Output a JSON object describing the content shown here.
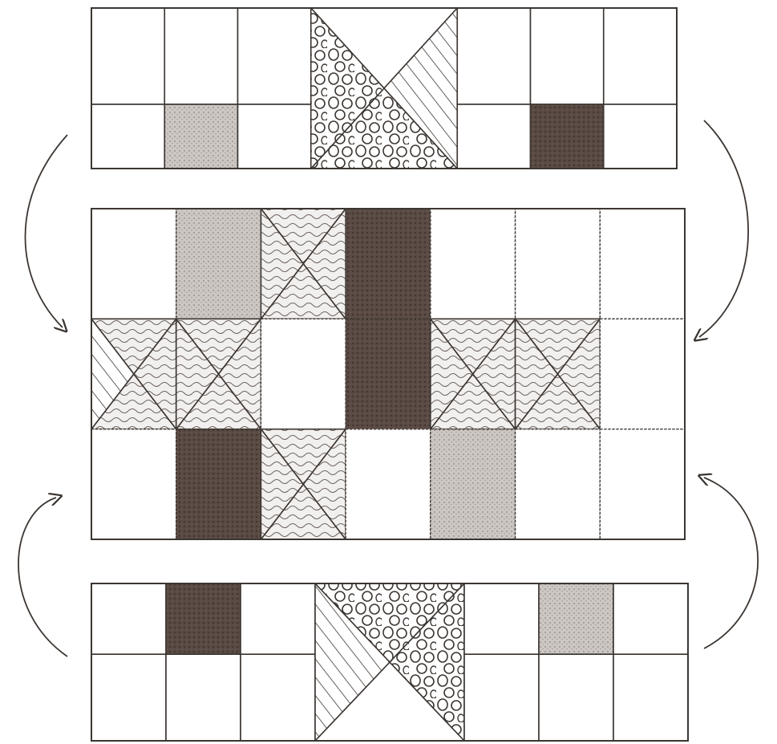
{
  "colors": {
    "ink": "#3c3632",
    "paper": "#ffffff",
    "dark": "#5a4a44",
    "medium": "#c9c3bf",
    "light_texture": "#eeecea"
  },
  "fills": {
    "dark": "dark",
    "medium": "medium",
    "circles": "circles-pattern",
    "wavy": "wavy-pattern",
    "stripes": "stripes-pattern",
    "plain": "paper"
  },
  "diagram": {
    "top_strip": {
      "units": [
        {
          "kind": "sq",
          "top": "plain",
          "bottom": "plain"
        },
        {
          "kind": "sq",
          "top": "plain",
          "bottom": "medium"
        },
        {
          "kind": "sq",
          "top": "plain",
          "bottom": "plain"
        },
        {
          "kind": "hst",
          "left": "circles",
          "right": "stripes",
          "top": "plain",
          "bottom": "circles"
        },
        {
          "kind": "sq",
          "top": "plain",
          "bottom": "plain"
        },
        {
          "kind": "sq",
          "top": "plain",
          "bottom": "dark"
        },
        {
          "kind": "sq",
          "top": "plain",
          "bottom": "plain"
        }
      ]
    },
    "center_block": {
      "rows": 3,
      "cols": 7,
      "cells": [
        [
          "plain",
          "medium",
          "wavy-x",
          "dark",
          "plain",
          "plain",
          "plain"
        ],
        [
          "stripes-x",
          "wavy-x",
          "plain",
          "dark",
          "wavy-x",
          "wavy-x",
          "plain"
        ],
        [
          "plain",
          "dark",
          "wavy-x",
          "plain",
          "medium",
          "plain",
          "plain"
        ]
      ]
    },
    "bottom_strip": {
      "units": [
        {
          "kind": "sq",
          "top": "plain",
          "bottom": "plain"
        },
        {
          "kind": "sq",
          "top": "dark",
          "bottom": "plain"
        },
        {
          "kind": "sq",
          "top": "plain",
          "bottom": "plain"
        },
        {
          "kind": "hst",
          "left": "stripes",
          "right": "circles",
          "top": "circles",
          "bottom": "plain"
        },
        {
          "kind": "sq",
          "top": "plain",
          "bottom": "plain"
        },
        {
          "kind": "sq",
          "top": "medium",
          "bottom": "plain"
        },
        {
          "kind": "sq",
          "top": "plain",
          "bottom": "plain"
        }
      ]
    },
    "arrows": [
      {
        "name": "arrow-top-left",
        "direction": "down"
      },
      {
        "name": "arrow-top-right",
        "direction": "down"
      },
      {
        "name": "arrow-bottom-left",
        "direction": "up"
      },
      {
        "name": "arrow-bottom-right",
        "direction": "up"
      }
    ]
  }
}
